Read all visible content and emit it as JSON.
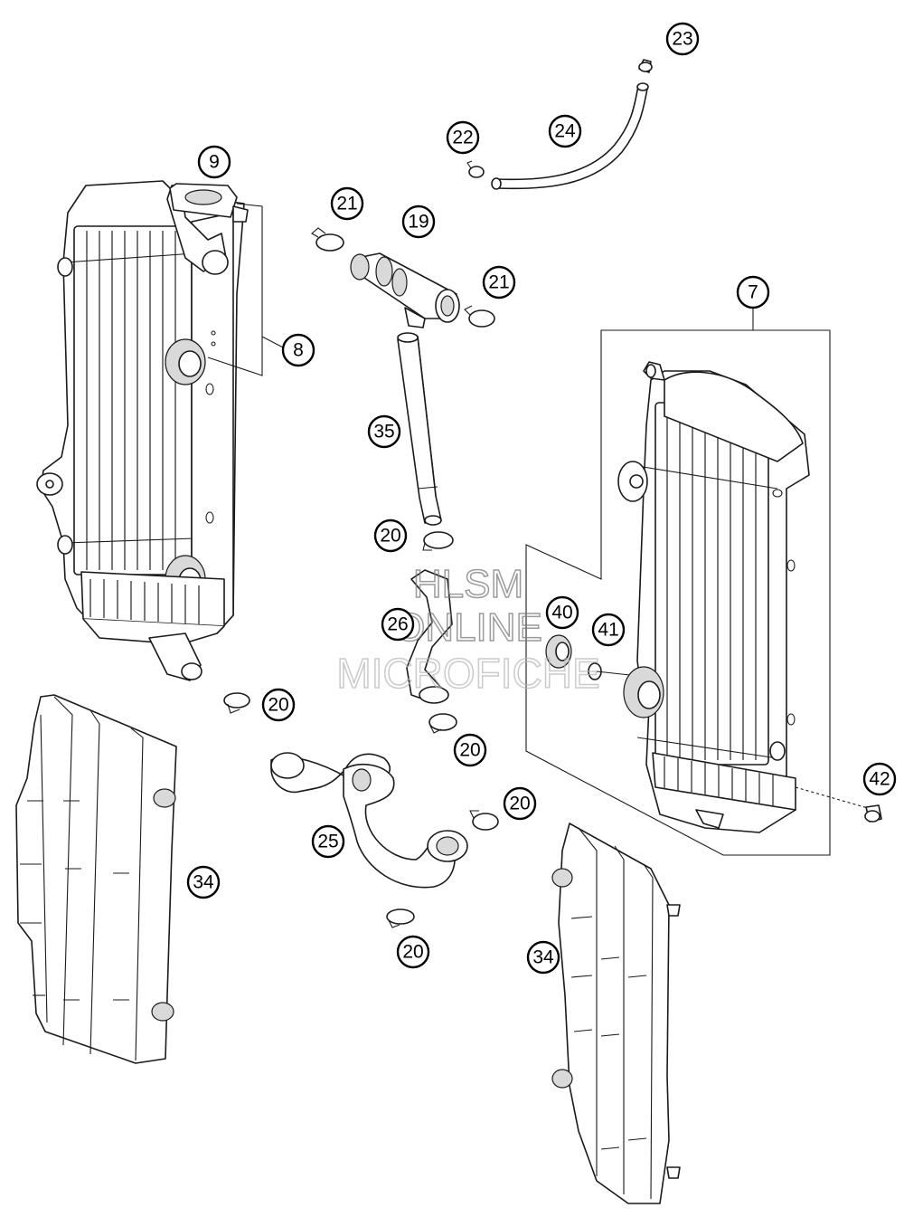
{
  "diagram": {
    "callouts": [
      {
        "id": "c9",
        "label": "9"
      },
      {
        "id": "c8",
        "label": "8"
      },
      {
        "id": "c23",
        "label": "23"
      },
      {
        "id": "c22",
        "label": "22"
      },
      {
        "id": "c24",
        "label": "24"
      },
      {
        "id": "c21a",
        "label": "21"
      },
      {
        "id": "c19",
        "label": "19"
      },
      {
        "id": "c21b",
        "label": "21"
      },
      {
        "id": "c7",
        "label": "7"
      },
      {
        "id": "c35",
        "label": "35"
      },
      {
        "id": "c20a",
        "label": "20"
      },
      {
        "id": "c26",
        "label": "26"
      },
      {
        "id": "c40",
        "label": "40"
      },
      {
        "id": "c41",
        "label": "41"
      },
      {
        "id": "c20b",
        "label": "20"
      },
      {
        "id": "c20c",
        "label": "20"
      },
      {
        "id": "c20d",
        "label": "20"
      },
      {
        "id": "c42",
        "label": "42"
      },
      {
        "id": "c25",
        "label": "25"
      },
      {
        "id": "c34a",
        "label": "34"
      },
      {
        "id": "c20e",
        "label": "20"
      },
      {
        "id": "c34b",
        "label": "34"
      }
    ]
  },
  "watermark": {
    "line1": "HLSM",
    "line2": "ONLINE",
    "line3": "MICROFICHE"
  }
}
